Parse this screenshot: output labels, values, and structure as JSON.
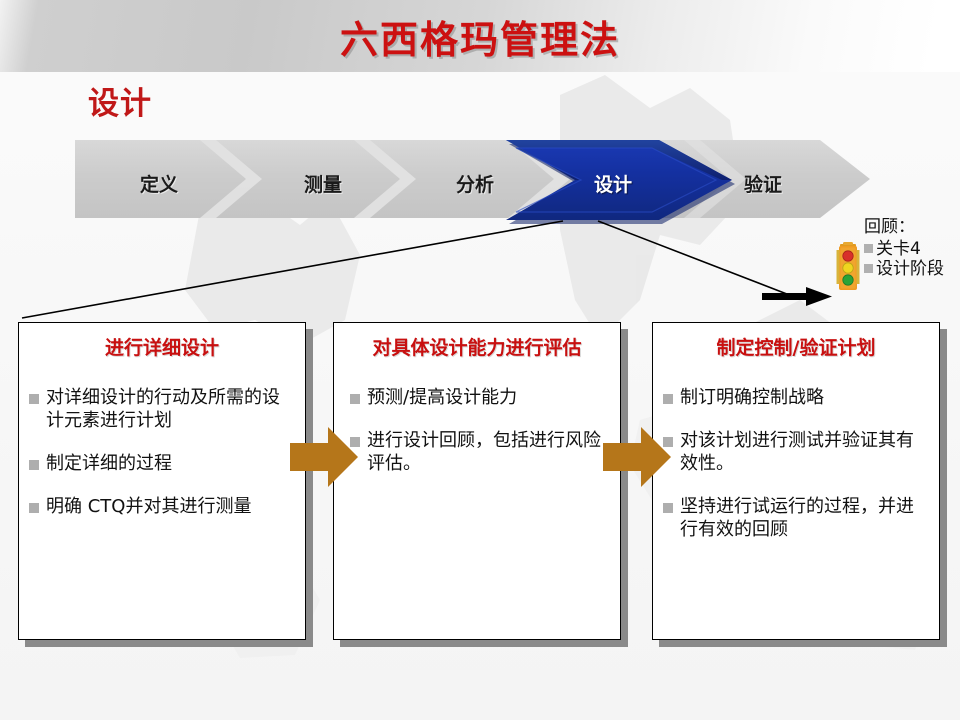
{
  "header": {
    "title": "六西格玛管理法",
    "title_color": "#cc1111"
  },
  "subtitle": "设计",
  "process": {
    "stages": [
      {
        "label": "定义",
        "active": false
      },
      {
        "label": "测量",
        "active": false
      },
      {
        "label": "分析",
        "active": false
      },
      {
        "label": "设计",
        "active": true
      },
      {
        "label": "验证",
        "active": false
      }
    ],
    "band_color": "#cfcfcf",
    "active_color": "#1a36a0"
  },
  "review": {
    "caption": "回顾：",
    "items": [
      "关卡4",
      "设计阶段"
    ],
    "icon": "traffic-light-icon"
  },
  "boxes": [
    {
      "title": "进行详细设计",
      "bullets": [
        {
          "text": "对详细设计的行动及所需的设计元素进行计划",
          "indent": 0
        },
        {
          "text": "制定详细的过程",
          "indent": 0
        },
        {
          "text": "明确 CTQ并对其进行测量",
          "indent": 0
        }
      ]
    },
    {
      "title": "对具体设计能力进行评估",
      "bullets": [
        {
          "text": "预测/提高设计能力",
          "indent": 1
        },
        {
          "text": " 进行设计回顾，包括进行风险评估。",
          "indent": 1
        }
      ]
    },
    {
      "title": "制定控制/验证计划",
      "bullets": [
        {
          "text": "制订明确控制战略",
          "indent": 0
        },
        {
          "text": " 对该计划进行测试并验证其有效性。",
          "indent": 0
        },
        {
          "text": " 坚持进行试运行的过程，并进行有效的回顾",
          "indent": 0
        }
      ]
    }
  ],
  "connectors": {
    "arrow_color": "#b5761a",
    "count": 2
  }
}
